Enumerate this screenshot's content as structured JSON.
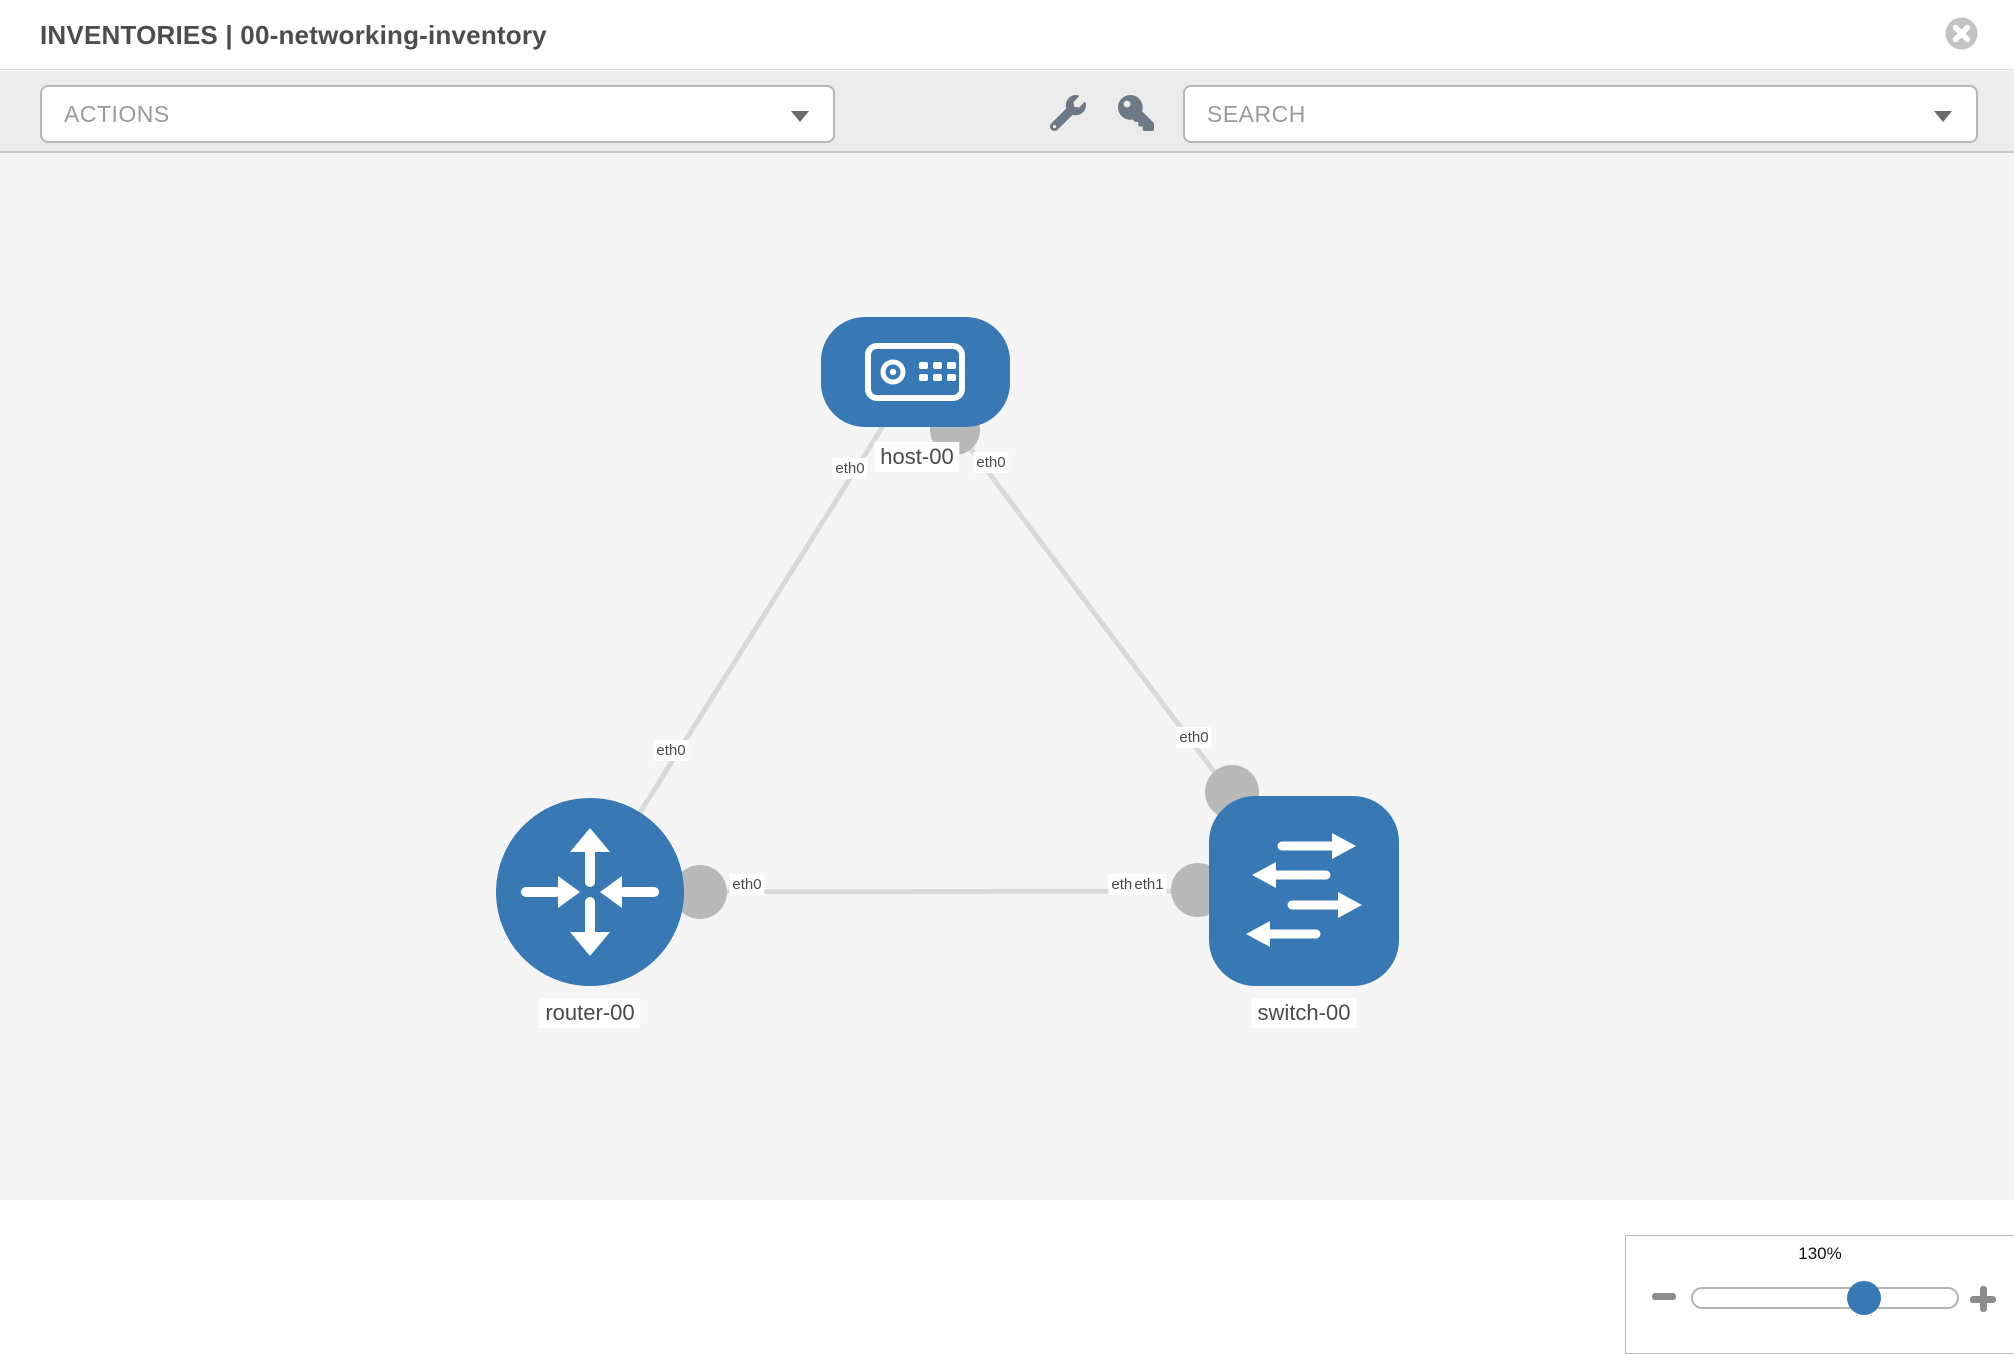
{
  "header": {
    "title": "INVENTORIES | 00-networking-inventory"
  },
  "toolbar": {
    "actions_label": "ACTIONS",
    "search_placeholder": "SEARCH"
  },
  "graph": {
    "nodes": {
      "host": {
        "label": "host-00",
        "type": "host"
      },
      "router": {
        "label": "router-00",
        "type": "router"
      },
      "switch": {
        "label": "switch-00",
        "type": "switch"
      }
    },
    "links": [
      {
        "from": "host-00",
        "to": "router-00",
        "from_if": "eth0",
        "to_if": "eth0"
      },
      {
        "from": "host-00",
        "to": "switch-00",
        "from_if": "eth0",
        "to_if": "eth0"
      },
      {
        "from": "router-00",
        "to": "switch-00",
        "from_if": "eth0",
        "to_if": "eth1"
      }
    ],
    "iface_labels": {
      "host_left": "eth0",
      "host_right": "eth0",
      "router_top": "eth0",
      "switch_top": "eth0",
      "router_right": "eth0",
      "switch_left_under": "eth0",
      "switch_left_over": "eth1"
    }
  },
  "zoom": {
    "level": "130%"
  },
  "colors": {
    "node_blue": "#3878b4",
    "link_gray": "#d9d9d9",
    "connector_gray": "#b9b9b9",
    "icon_gray": "#6d7a86",
    "close_gray": "#c3c3c3"
  }
}
